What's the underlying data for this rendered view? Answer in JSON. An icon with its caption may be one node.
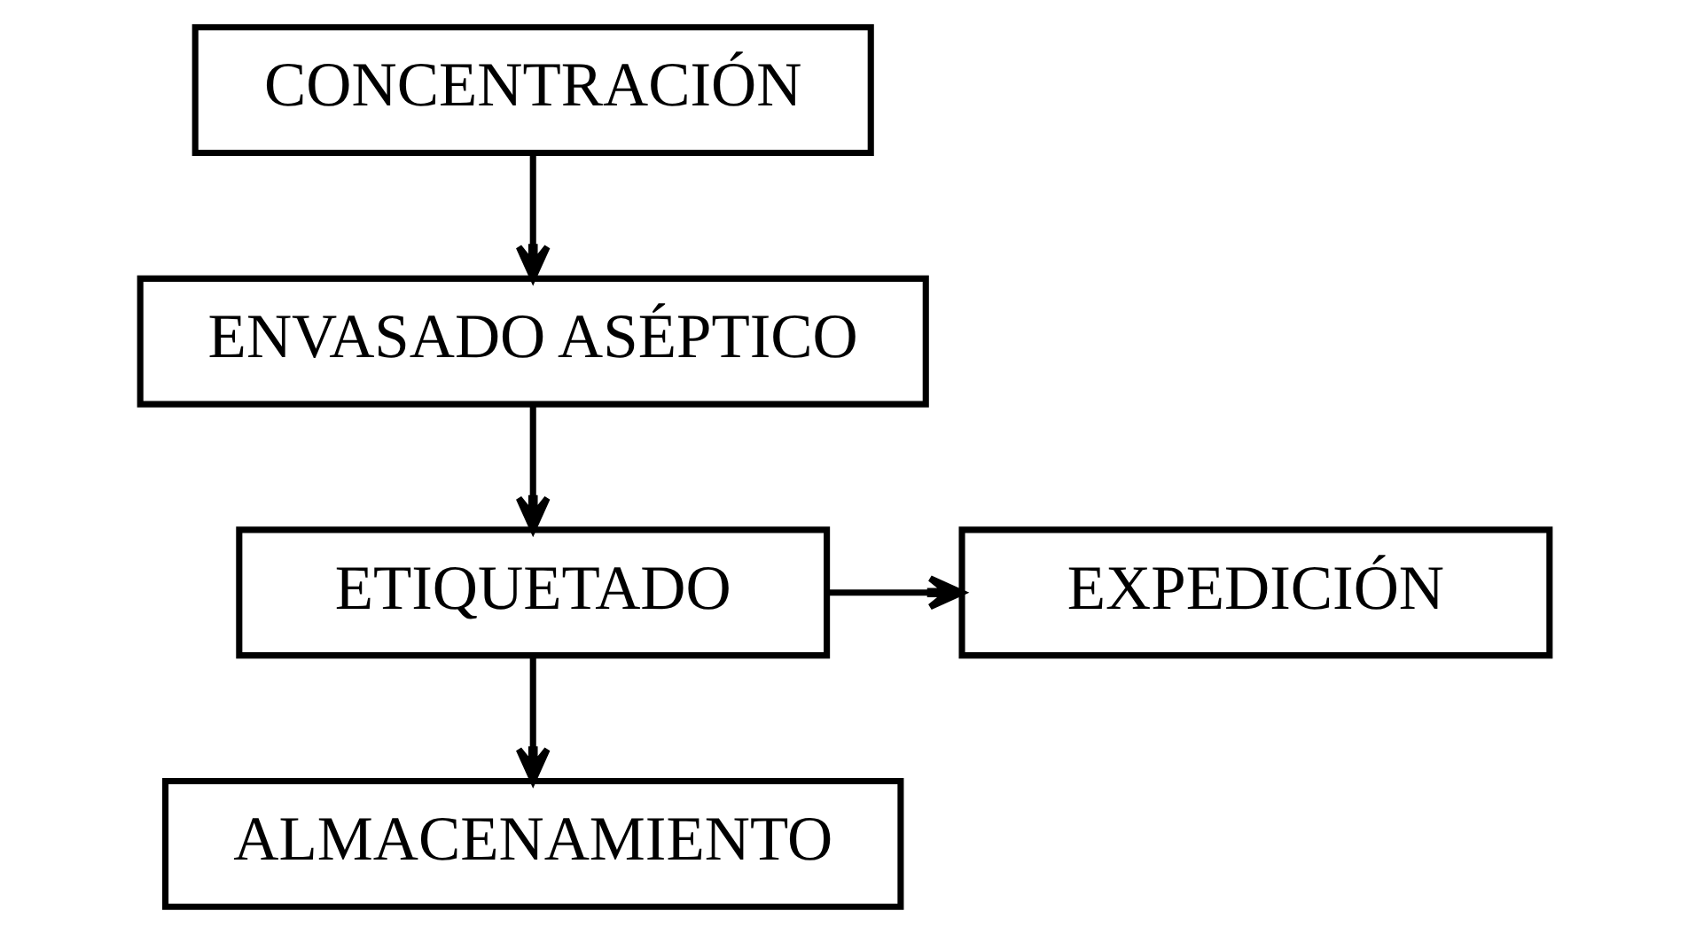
{
  "diagram": {
    "nodes": [
      {
        "text": [
          "CONCENTRACIÓN"
        ]
      },
      {
        "text": [
          "ENVASADO ASÉPTICO"
        ]
      },
      {
        "text": [
          "ETIQUETADO"
        ]
      },
      {
        "text": [
          "EXPEDICIÓN"
        ]
      },
      {
        "text": [
          "ALMACENAMIENTO"
        ]
      }
    ],
    "edges": [
      {
        "from": 0,
        "to": 1,
        "arrow": "to"
      },
      {
        "from": 1,
        "to": 2,
        "arrow": "to"
      },
      {
        "from": 2,
        "to": 3,
        "arrow": "to"
      },
      {
        "from": 2,
        "to": 4,
        "arrow": "to"
      }
    ]
  }
}
